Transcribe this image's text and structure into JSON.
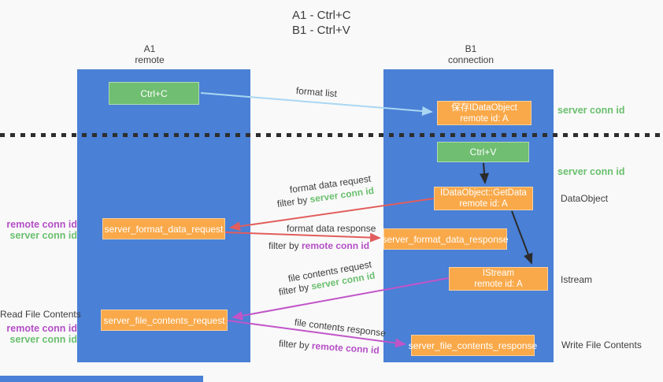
{
  "title": {
    "line1": "A1 - Ctrl+C",
    "line2": "B1 - Ctrl+V"
  },
  "columns": {
    "left": {
      "name": "A1",
      "subtitle": "remote"
    },
    "right": {
      "name": "B1",
      "subtitle": "connection"
    }
  },
  "nodes": {
    "ctrl_c": "Ctrl+C",
    "ctrl_v": "Ctrl+V",
    "save_dataobject": {
      "line1": "保存IDataObject",
      "line2": "remote id: A"
    },
    "getdata": {
      "line1": "IDataObject::GetData",
      "line2": "remote id: A"
    },
    "istream": {
      "line1": "IStream",
      "line2": "remote id: A"
    },
    "format_request": "server_format_data_request",
    "format_response": "server_format_data_response",
    "file_request": "server_file_contents_request",
    "file_response": "server_file_contents_response"
  },
  "arrow_labels": {
    "format_list": "format list",
    "format_data_request": "format data request",
    "format_data_response": "format data response",
    "file_contents_request": "file contents request",
    "file_contents_response": "file contents response",
    "filter_by": "filter by ",
    "server_conn_id": "server conn id",
    "remote_conn_id": "remote conn id"
  },
  "side_labels": {
    "server_conn_id_top": "server conn id",
    "server_conn_id_mid": "server conn id",
    "dataobject": "DataObject",
    "istream": "Istream",
    "write_file_contents": "Write File Contents",
    "read_file_contents": "Read File Contents",
    "remote_conn_id_format": "remote conn id",
    "server_conn_id_format": "server conn id",
    "remote_conn_id_file": "remote conn id",
    "server_conn_id_file": "server conn id"
  },
  "colors": {
    "lane_blue": "#4a80d6",
    "box_orange": "#f9a94a",
    "key_green": "#6fbe71",
    "arrow_red": "#e25d5d",
    "arrow_magenta": "#c155c8",
    "arrow_lightblue": "#a9d7f2",
    "arrow_black": "#2b2b2b",
    "label_green": "#6abf6e",
    "label_purple": "#b44ec6",
    "text_dark": "#3d3d3d",
    "background": "#f9f9f9"
  }
}
